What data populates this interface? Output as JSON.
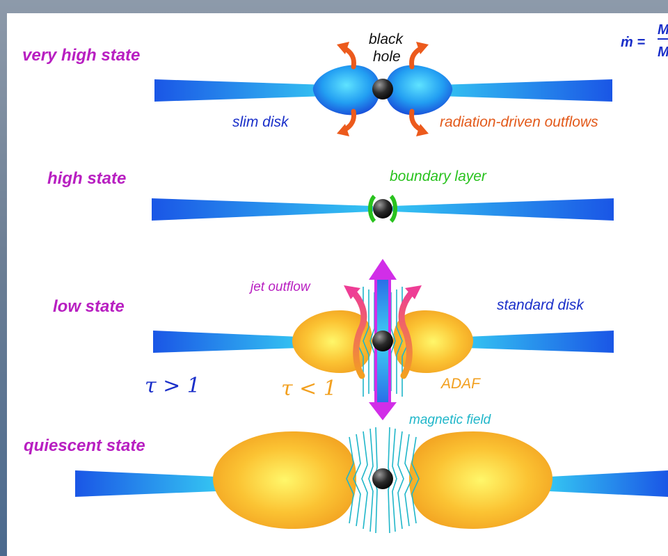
{
  "states": {
    "very_high": "very high state",
    "high": "high state",
    "low": "low state",
    "quiescent": "quiescent state"
  },
  "labels": {
    "black_hole_line1": "black",
    "black_hole_line2": "hole",
    "slim_disk": "slim disk",
    "radiation_outflows": "radiation-driven outflows",
    "boundary_layer": "boundary layer",
    "jet_outflow": "jet outflow",
    "standard_disk": "standard disk",
    "tau_gt": "τ > 1",
    "tau_lt": "τ < 1",
    "adaf": "ADAF",
    "magnetic_field": "magnetic field"
  },
  "formula": {
    "lhs": "ṁ =",
    "num": "M",
    "den": "M"
  },
  "colors": {
    "state_label": "#b81fc1",
    "disk_blue": "#1a4fe0",
    "adaf_orange": "#f2a020",
    "boundary_green": "#29c21e",
    "outflow_orange": "#e35a1b",
    "jet_magenta": "#d12ee8",
    "field_cyan": "#1fb6c9"
  }
}
